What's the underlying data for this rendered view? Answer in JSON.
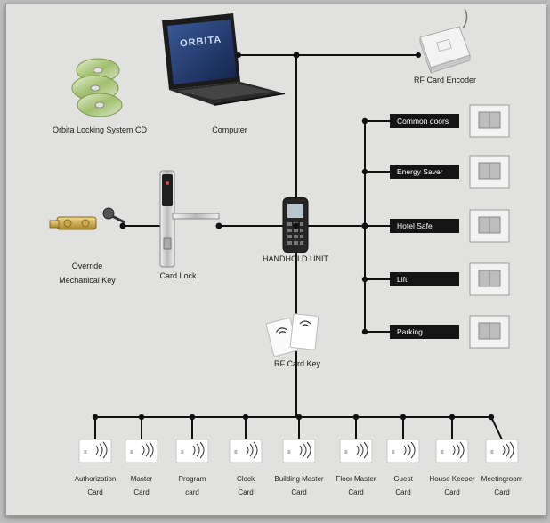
{
  "top": {
    "cd_label": "Orbita Locking System CD",
    "computer_label": "Computer",
    "laptop_brand": "ORBITA",
    "encoder_label": "RF Card Encoder"
  },
  "middle": {
    "override_label_1": "Override",
    "override_label_2": "Mechanical Key",
    "card_lock_label": "Card Lock",
    "handheld_label": "HANDHOLD UNIT",
    "rf_card_key_label": "RF Card Key"
  },
  "devices": [
    {
      "label": "Common doors"
    },
    {
      "label": "Energy Saver"
    },
    {
      "label": "Hotel Safe"
    },
    {
      "label": "Lift"
    },
    {
      "label": "Parking"
    }
  ],
  "cards": [
    {
      "line1": "Authorization",
      "line2": "Card"
    },
    {
      "line1": "Master",
      "line2": "Card"
    },
    {
      "line1": "Program",
      "line2": "card"
    },
    {
      "line1": "Clock",
      "line2": "Card"
    },
    {
      "line1": "Building Master",
      "line2": "Card"
    },
    {
      "line1": "Floor Master",
      "line2": "Card"
    },
    {
      "line1": "Guest",
      "line2": "Card"
    },
    {
      "line1": "House Keeper",
      "line2": "Card"
    },
    {
      "line1": "Meetingroom",
      "line2": "Card"
    }
  ],
  "colors": {
    "line": "#111111",
    "device_box": "#141414",
    "panel": "#e1e1e0"
  }
}
